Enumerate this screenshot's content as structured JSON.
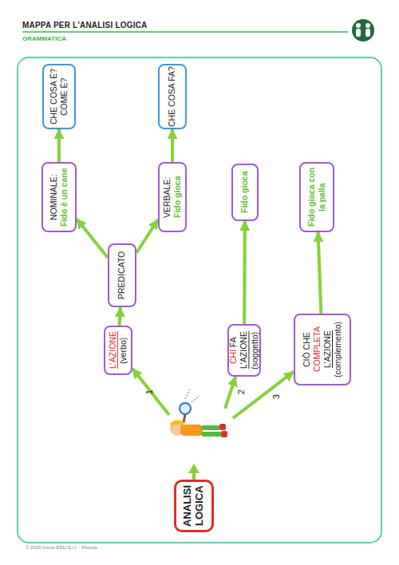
{
  "diagram": {
    "title": "MAPPA PER L'ANALISI LOGICA",
    "nodes": [
      {
        "text": [
          "ANALISI LOGICA"
        ]
      },
      {
        "text": [
          "L'AZIONE",
          "(verbo)"
        ]
      },
      {
        "text": [
          "PREDICATO"
        ]
      },
      {
        "text": [
          "NOMINALE:",
          "Fido è un cane"
        ]
      },
      {
        "text": [
          "CHE COSA È? COME È?"
        ]
      },
      {
        "text": [
          "VERBALE:",
          "Fido gioca"
        ]
      },
      {
        "text": [
          "CHE COSA FA?"
        ]
      },
      {
        "text": [
          "CHI",
          "FA",
          "L'AZIONE",
          "(soggetto)"
        ]
      },
      {
        "text": [
          "Fido gioca"
        ]
      },
      {
        "text": [
          "CIÒ CHE",
          "COMPLETA",
          "L'AZIONE",
          "(complemento)"
        ]
      },
      {
        "text": [
          "Fido gioca con la palla"
        ]
      }
    ],
    "edges": [
      {
        "from": 0,
        "to": 1,
        "arrow": "to",
        "label": "1"
      },
      {
        "from": 0,
        "to": 7,
        "arrow": "to",
        "label": "2"
      },
      {
        "from": 0,
        "to": 9,
        "arrow": "to",
        "label": "3"
      },
      {
        "from": 1,
        "to": 2,
        "arrow": "to"
      },
      {
        "from": 2,
        "to": 3,
        "arrow": "to"
      },
      {
        "from": 2,
        "to": 5,
        "arrow": "to"
      },
      {
        "from": 3,
        "to": 4,
        "arrow": "to"
      },
      {
        "from": 5,
        "to": 6,
        "arrow": "to"
      },
      {
        "from": 7,
        "to": 8,
        "arrow": "to"
      },
      {
        "from": 9,
        "to": 10,
        "arrow": "to"
      }
    ],
    "labels": [
      "GRAMMATICA",
      "© 2015 Giunti EDU S.r.l. - Firenze"
    ]
  }
}
